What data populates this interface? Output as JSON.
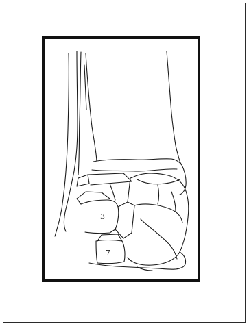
{
  "figure": {
    "labels": [
      {
        "id": "fragment-upper",
        "text": "3"
      },
      {
        "id": "fragment-lower",
        "text": "7"
      }
    ],
    "colors": {
      "line": "#1a1a1a",
      "frame": "#111111",
      "background": "#ffffff"
    }
  }
}
